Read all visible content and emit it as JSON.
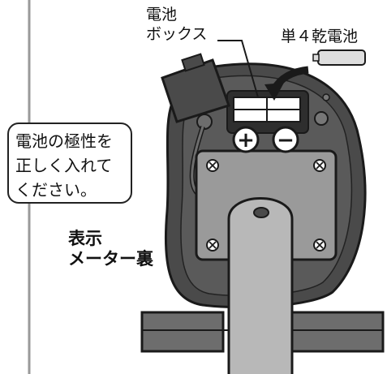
{
  "labels": {
    "battery_box": "電池\nボックス",
    "battery_box_line1": "電池",
    "battery_box_line2": "ボックス",
    "battery_type": "単４乾電池",
    "polarity_note": "電池の極性を正しく入れてください。",
    "polarity_line1": "電池の極性を",
    "polarity_line2": "正しく入れて",
    "polarity_line3": "ください。",
    "meter_back_line1": "表示",
    "meter_back_line2": "メーター裏"
  },
  "terminals": {
    "plus": "+",
    "minus": "−"
  },
  "colors": {
    "outline": "#1a1a1a",
    "housing_dark": "#4a4a4a",
    "housing_mid": "#6d6d6d",
    "plate": "#9a9a9a",
    "plate_light": "#b8b8b8",
    "battery": "#dedede",
    "background": "#ffffff"
  }
}
